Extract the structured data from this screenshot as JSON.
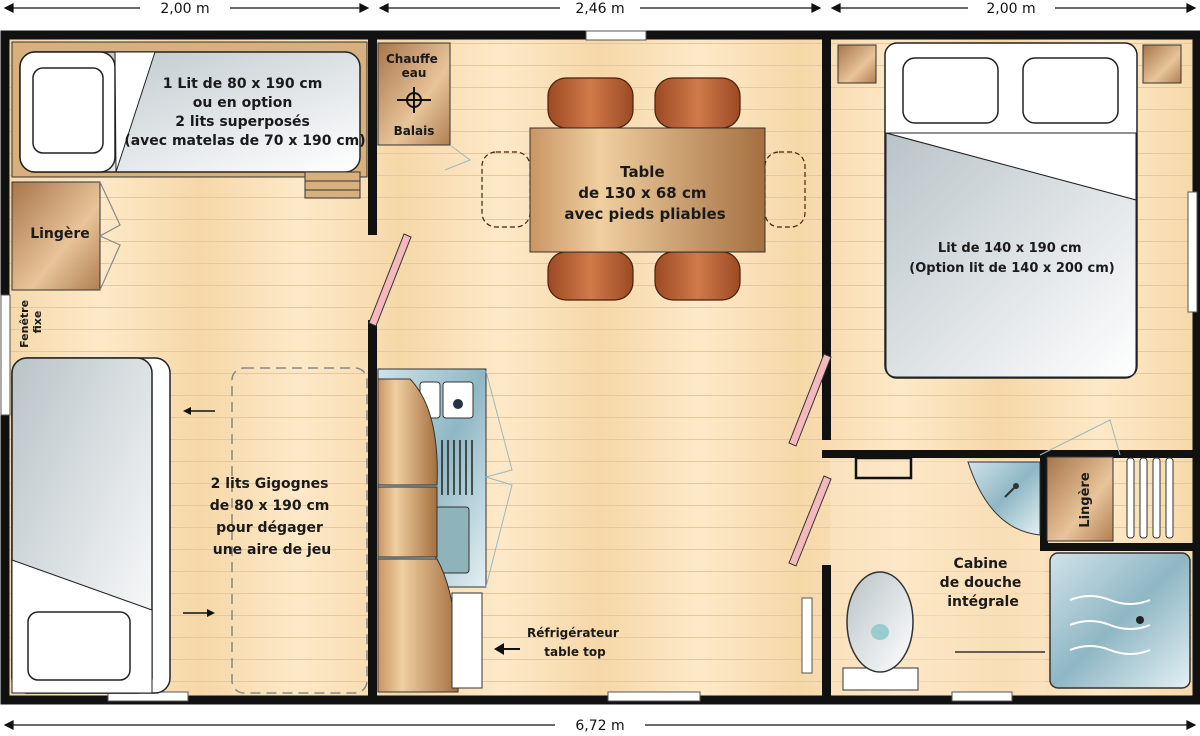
{
  "dimensions": {
    "top_left": "2,00 m",
    "top_middle": "2,46 m",
    "top_right": "2,00 m",
    "bottom_total": "6,72 m"
  },
  "rooms": {
    "bedroom_left": {
      "bed_lines": [
        "1 Lit de 80 x 190 cm",
        "ou en option",
        "2 lits superposés",
        "(avec matelas de 70 x 190 cm)"
      ],
      "wardrobe": "Lingère",
      "window": [
        "Fenêtre",
        "fixe"
      ],
      "trundle_lines": [
        "2 lits Gigognes",
        "de 80 x 190 cm",
        "pour dégager",
        "une aire de jeu"
      ]
    },
    "living": {
      "heater_lines": [
        "Chauffe",
        "eau"
      ],
      "broom": "Balais",
      "table_lines": [
        "Table",
        "de 130 x 68 cm",
        "avec pieds pliables"
      ],
      "fridge_lines": [
        "Réfrigérateur",
        "table top"
      ]
    },
    "bedroom_right": {
      "bed_lines": [
        "Lit de 140 x 190 cm",
        "(Option lit de 140 x 200 cm)"
      ]
    },
    "bathroom": {
      "wardrobe": "Lingère",
      "shower_lines": [
        "Cabine",
        "de douche",
        "intégrale"
      ]
    }
  }
}
